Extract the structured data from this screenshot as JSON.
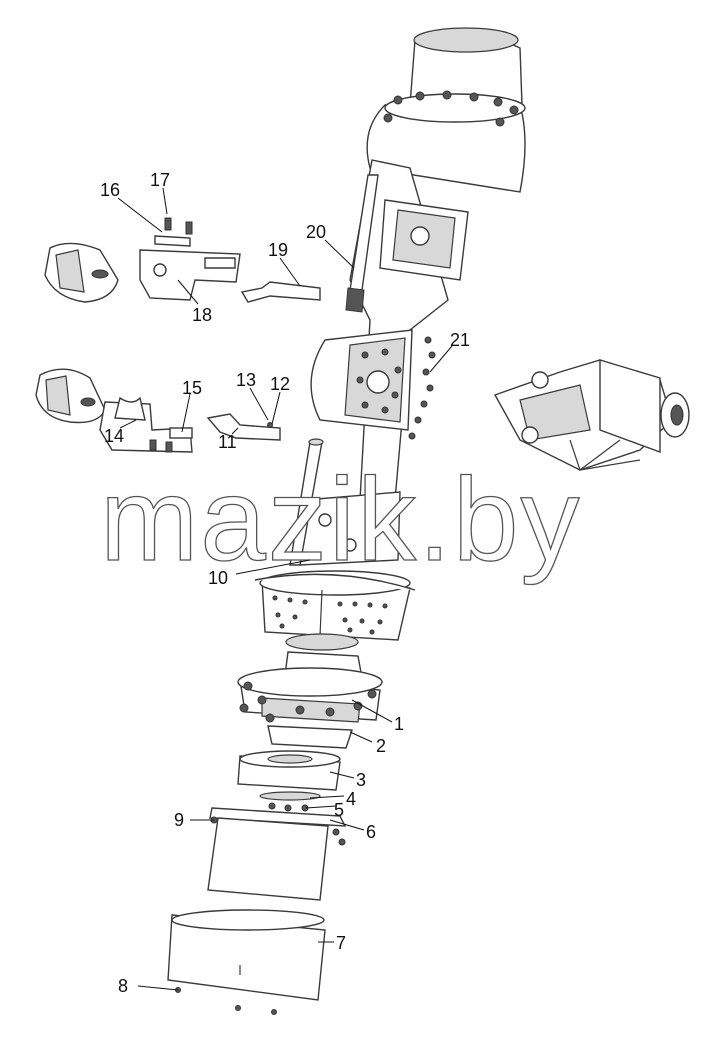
{
  "watermark": "mazik.by",
  "callouts": [
    {
      "id": "c1",
      "text": "1"
    },
    {
      "id": "c2",
      "text": "2"
    },
    {
      "id": "c3",
      "text": "3"
    },
    {
      "id": "c4",
      "text": "4"
    },
    {
      "id": "c5",
      "text": "5"
    },
    {
      "id": "c6",
      "text": "6"
    },
    {
      "id": "c7",
      "text": "7"
    },
    {
      "id": "c8",
      "text": "8"
    },
    {
      "id": "c9",
      "text": "9"
    },
    {
      "id": "c10",
      "text": "10"
    },
    {
      "id": "c11",
      "text": "11"
    },
    {
      "id": "c12",
      "text": "12"
    },
    {
      "id": "c13",
      "text": "13"
    },
    {
      "id": "c14",
      "text": "14"
    },
    {
      "id": "c15",
      "text": "15"
    },
    {
      "id": "c16",
      "text": "16"
    },
    {
      "id": "c17",
      "text": "17"
    },
    {
      "id": "c18",
      "text": "18"
    },
    {
      "id": "c19",
      "text": "19"
    },
    {
      "id": "c20",
      "text": "20"
    },
    {
      "id": "c21",
      "text": "21"
    }
  ]
}
